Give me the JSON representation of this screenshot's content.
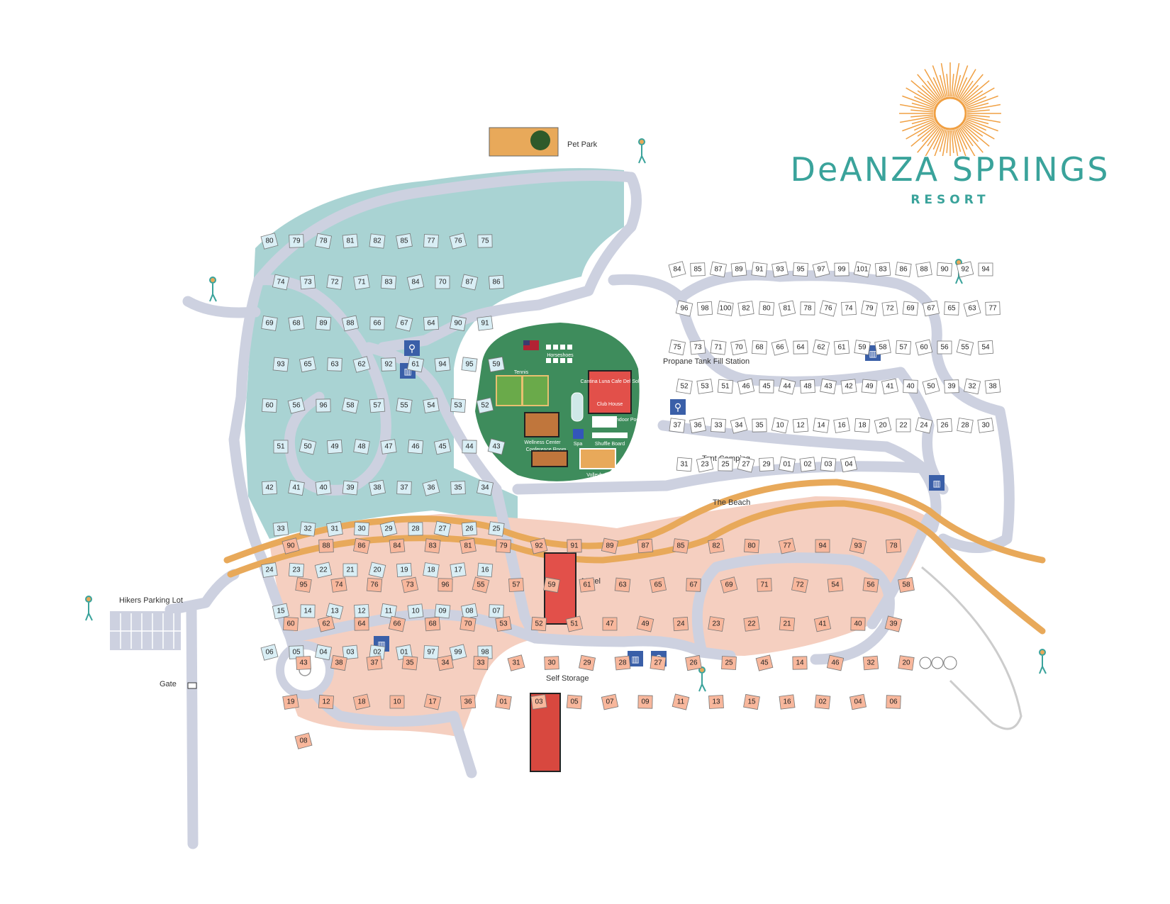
{
  "brand": {
    "title": "DeANZA SPRINGS",
    "subtitle": "RESORT",
    "color": "#3aa39b",
    "sun_color": "#f0a043"
  },
  "labels": {
    "pet_park": "Pet Park",
    "propane": "Propane Tank Fill Station",
    "tent_camping": "Tent Camping",
    "the_beach": "The Beach",
    "motel": "Motel",
    "hikers_parking": "Hikers Parking Lot",
    "gate": "Gate",
    "self_storage": "Self Storage",
    "horseshoes": "Horseshoes",
    "tennis": "Tennis",
    "cantina": "Cantina Luna Cafe Del Sol",
    "club_house": "Club House",
    "indoor_pool": "Indoor Pool",
    "spa": "Spa",
    "shuffle_board": "Shuffle Board",
    "wellness": "Wellness Center",
    "conference": "Conference Room",
    "volleyball": "Volleyball"
  },
  "zones": {
    "teal_color": "#a9d3d3",
    "beach_color": "#f5cfc0",
    "road_color": "#cdd1e0",
    "green_color": "#3e8c5c",
    "river_color": "#e8a95a"
  },
  "icons": [
    "hiker-icon",
    "restroom-icon",
    "trash-icon",
    "flag-icon",
    "tree-icon"
  ],
  "teal_sites": [
    "80",
    "79",
    "78",
    "81",
    "82",
    "85",
    "77",
    "76",
    "75",
    "74",
    "73",
    "72",
    "71",
    "83",
    "84",
    "70",
    "87",
    "86",
    "69",
    "68",
    "89",
    "88",
    "66",
    "67",
    "64",
    "90",
    "91",
    "93",
    "65",
    "63",
    "62",
    "92",
    "61",
    "94",
    "95",
    "59",
    "60",
    "56",
    "96",
    "58",
    "57",
    "55",
    "54",
    "53",
    "52",
    "51",
    "50",
    "49",
    "48",
    "47",
    "46",
    "45",
    "44",
    "43",
    "42",
    "41",
    "40",
    "39",
    "38",
    "37",
    "36",
    "35",
    "34",
    "33",
    "32",
    "31",
    "30",
    "29",
    "28",
    "27",
    "26",
    "25",
    "24",
    "23",
    "22",
    "21",
    "20",
    "19",
    "18",
    "17",
    "16",
    "15",
    "14",
    "13",
    "12",
    "11",
    "10",
    "09",
    "08",
    "07",
    "06",
    "05",
    "04",
    "03",
    "02",
    "01",
    "97",
    "99",
    "98"
  ],
  "white_sites": [
    "84",
    "85",
    "87",
    "89",
    "91",
    "93",
    "95",
    "97",
    "99",
    "101",
    "83",
    "86",
    "88",
    "90",
    "92",
    "94",
    "96",
    "98",
    "100",
    "82",
    "80",
    "81",
    "78",
    "76",
    "74",
    "79",
    "72",
    "69",
    "67",
    "65",
    "63",
    "77",
    "75",
    "73",
    "71",
    "70",
    "68",
    "66",
    "64",
    "62",
    "61",
    "59",
    "58",
    "57",
    "60",
    "56",
    "55",
    "54",
    "52",
    "53",
    "51",
    "46",
    "45",
    "44",
    "48",
    "43",
    "42",
    "49",
    "41",
    "40",
    "50",
    "39",
    "32",
    "38",
    "37",
    "36",
    "33",
    "34",
    "35",
    "10",
    "12",
    "14",
    "16",
    "18",
    "20",
    "22",
    "24",
    "26",
    "28",
    "30",
    "31",
    "23",
    "25",
    "27",
    "29",
    "01",
    "02",
    "03",
    "04"
  ],
  "beach_sites": [
    "90",
    "88",
    "86",
    "84",
    "83",
    "81",
    "79",
    "92",
    "91",
    "89",
    "87",
    "85",
    "82",
    "80",
    "77",
    "94",
    "93",
    "78",
    "95",
    "74",
    "76",
    "73",
    "96",
    "55",
    "57",
    "59",
    "61",
    "63",
    "65",
    "67",
    "69",
    "71",
    "72",
    "54",
    "56",
    "58",
    "60",
    "62",
    "64",
    "66",
    "68",
    "70",
    "53",
    "52",
    "51",
    "47",
    "49",
    "24",
    "23",
    "22",
    "21",
    "41",
    "40",
    "39",
    "43",
    "38",
    "37",
    "35",
    "34",
    "33",
    "31",
    "30",
    "29",
    "28",
    "27",
    "26",
    "25",
    "45",
    "14",
    "46",
    "32",
    "20",
    "19",
    "12",
    "18",
    "10",
    "17",
    "36",
    "01",
    "03",
    "05",
    "07",
    "09",
    "11",
    "13",
    "15",
    "16",
    "02",
    "04",
    "06",
    "08"
  ]
}
